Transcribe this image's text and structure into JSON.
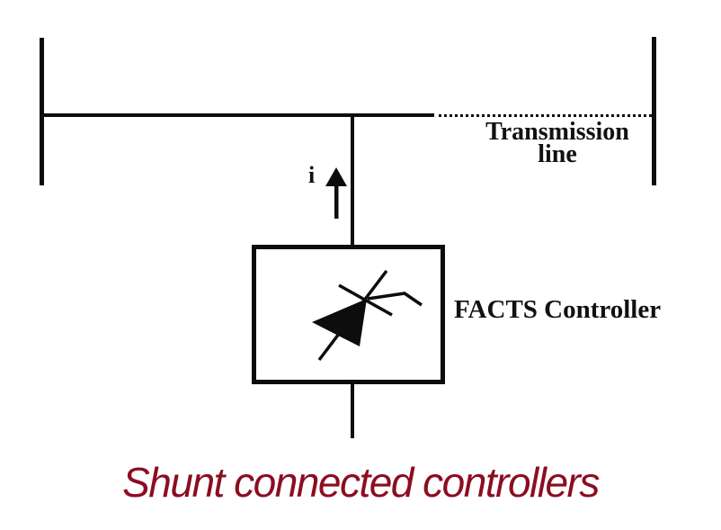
{
  "diagram": {
    "transmission_label": {
      "line1": "Transmission",
      "line2": "line"
    },
    "current_label": "i",
    "controller_label": "FACTS Controller",
    "caption": "Shunt connected controllers",
    "icons": {
      "thyristor": "thyristor-icon",
      "current_arrow": "arrow-up-icon"
    },
    "colors": {
      "line": "#0d0d0d",
      "caption_text": "#8c0d20",
      "background": "#ffffff"
    }
  }
}
